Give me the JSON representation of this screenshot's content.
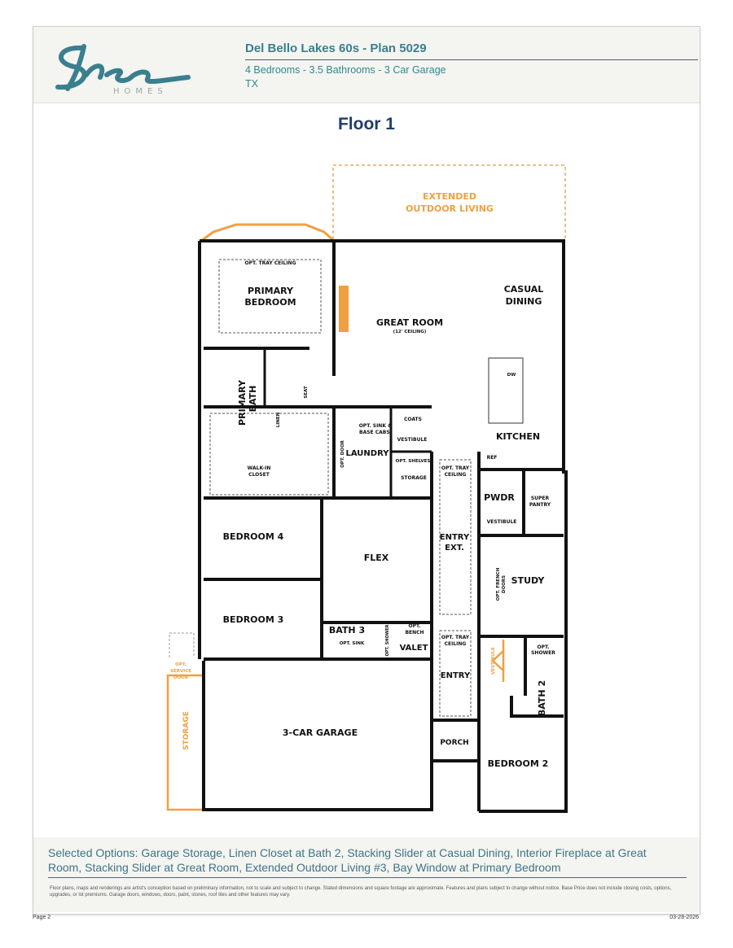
{
  "header": {
    "logo_text": "Shea",
    "logo_subtext": "HOMES",
    "title": "Del Bello Lakes 60s - Plan 5029",
    "specs": "4 Bedrooms - 3.5 Bathrooms - 3 Car Garage",
    "state": "TX"
  },
  "floor_title": "Floor 1",
  "colors": {
    "accent_teal": "#3a7f8f",
    "title_navy": "#1f3d6b",
    "option_orange": "#f0a040"
  },
  "rooms": {
    "extended_outdoor_1": "EXTENDED",
    "extended_outdoor_2": "OUTDOOR LIVING",
    "tray_ceiling_primary": "OPT. TRAY CEILING",
    "primary_bedroom_1": "PRIMARY",
    "primary_bedroom_2": "BEDROOM",
    "great_room": "GREAT ROOM",
    "great_room_ceiling": "(12' CEILING)",
    "casual_dining_1": "CASUAL",
    "casual_dining_2": "DINING",
    "primary_bath_1": "PRIMARY",
    "primary_bath_2": "BATH",
    "seat": "SEAT",
    "linen": "LINEN",
    "opt_sink_1": "OPT. SINK &",
    "opt_sink_2": "BASE CABS.",
    "coats": "COATS",
    "vestibule_laundry": "VESTIBULE",
    "opt_door": "OPT. DOOR",
    "laundry": "LAUNDRY",
    "walk_in_1": "WALK-IN",
    "walk_in_2": "CLOSET",
    "opt_shelves": "OPT. SHELVES",
    "storage_small": "STORAGE",
    "kitchen": "KITCHEN",
    "dw": "DW",
    "ref": "REF",
    "pwdr": "PWDR",
    "super_pantry_1": "SUPER",
    "super_pantry_2": "PANTRY",
    "vestibule_pwdr": "VESTIBULE",
    "tray_entry_ext_1": "OPT. TRAY",
    "tray_entry_ext_2": "CEILING",
    "entry_ext_1": "ENTRY",
    "entry_ext_2": "EXT.",
    "bedroom4": "BEDROOM 4",
    "flex": "FLEX",
    "study": "STUDY",
    "french_doors_1": "OPT. FRENCH",
    "french_doors_2": "DOORS",
    "bedroom3": "BEDROOM 3",
    "bath3": "BATH 3",
    "opt_sink_bath3": "OPT. SINK",
    "opt_shower_bath3": "OPT. SHOWER",
    "opt_bench_1": "OPT.",
    "opt_bench_2": "BENCH",
    "valet": "VALET",
    "tray_entry_1": "OPT. TRAY",
    "tray_entry_2": "CEILING",
    "entry": "ENTRY",
    "vestibule_orange": "VESTIBULE",
    "opt_shower_bath2_1": "OPT.",
    "opt_shower_bath2_2": "SHOWER",
    "bath2": "BATH 2",
    "service_door_1": "OPT.",
    "service_door_2": "SERVICE",
    "service_door_3": "DOOR",
    "garage_storage": "STORAGE",
    "garage": "3-CAR GARAGE",
    "porch": "PORCH",
    "bedroom2": "BEDROOM 2"
  },
  "footer": {
    "selected_options": "Selected Options: Garage Storage, Linen Closet at Bath 2, Stacking Slider at Casual Dining, Interior Fireplace at Great Room, Stacking Slider at Great Room, Extended Outdoor Living #3, Bay Window at Primary Bedroom",
    "disclaimer": "Floor plans, maps and renderings are artist's conception based on preliminary information, not to scale and subject to change. Stated dimensions and square footage are approximate. Features and plans subject to change without notice. Base Price does not include closing costs, options, upgrades, or lot premiums. Garage doors, windows, doors, paint, stones, roof tiles and other features may vary.",
    "page": "Page 2",
    "date": "03-28-2026"
  }
}
